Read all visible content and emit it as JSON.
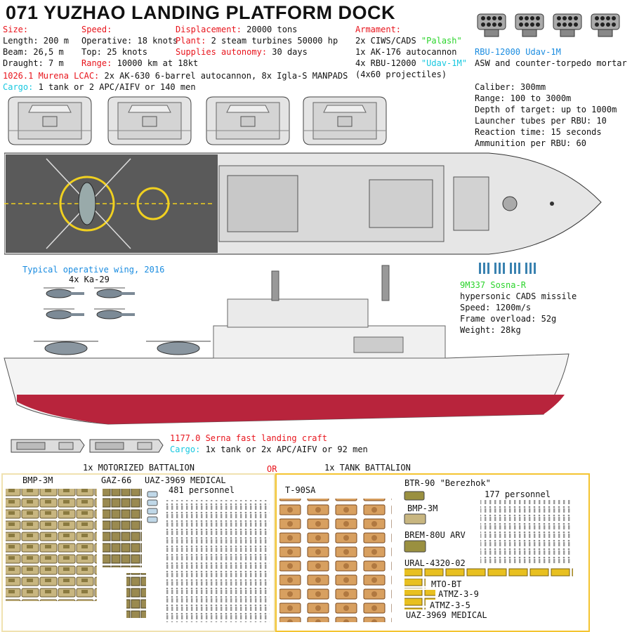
{
  "title": "071 YUZHAO LANDING PLATFORM DOCK",
  "specs": {
    "size_label": "Size:",
    "length": "Length: 200 m",
    "beam": "Beam: 26,5  m",
    "draught": "Draught: 7 m",
    "speed_label": "Speed:",
    "operative": "Operative: 18 knots",
    "top": "Top: 25 knots",
    "range_label": "Range:",
    "range_value": " 10000 km at 18kt",
    "displacement_label": "Displacement:",
    "displacement_value": " 20000 tons",
    "plant_label": "Plant:",
    "plant_value": " 2 steam turbines 50000 hp",
    "supplies_label": "Supplies autonomy:",
    "supplies_value": " 30 days",
    "lcac_label": "1026.1 Murena LCAC:",
    "lcac_value": " 2x AK-630 6-barrel autocannon, 8x Igla-S MANPADS",
    "cargo_label": "Cargo:",
    "cargo_value": " 1 tank or 2 APC/AIFV or 140 men"
  },
  "armament": {
    "label": "Armament:",
    "line1_pre": "2x CIWS/CADS ",
    "line1_hl": "\"Palash\"",
    "line2": "1x AK-176 autocannon",
    "line3_pre": "4x RBU-12000 ",
    "line3_hl": "\"Udav-1M\"",
    "line4": "(4x60 projectiles)"
  },
  "rbu": {
    "name": "RBU-12000 Udav-1M",
    "desc": "ASW and counter-torpedo mortar",
    "caliber": "Caliber: 300mm",
    "range": "Range: 100 to 3000m",
    "depth": "Depth of target: up to 1000m",
    "tubes": "Launcher tubes per RBU: 10",
    "reaction": "Reaction time: 15 seconds",
    "ammo": "Ammunition per RBU: 60"
  },
  "wing": {
    "title": "Typical operative wing, 2016",
    "count": "4x Ka-29"
  },
  "sosna": {
    "name": "9M337 Sosna-R",
    "desc": "hypersonic CADS missile",
    "speed": "Speed: 1200m/s",
    "overload": "Frame overload: 52g",
    "weight": "Weight: 28kg"
  },
  "serna": {
    "name": "1177.0 Serna fast landing craft",
    "cargo_label": "Cargo:",
    "cargo_value": " 1x tank or 2x APC/AIFV or 92 men"
  },
  "battalions": {
    "motorized": "1x MOTORIZED BATTALION",
    "or": "OR",
    "tank": "1x TANK BATTALION"
  },
  "motorized": {
    "bmp": "BMP-3M",
    "gaz": "GAZ-66",
    "uaz": "UAZ-3969 MEDICAL",
    "personnel": "481 personnel"
  },
  "tankbat": {
    "t90": "T-90SA",
    "btr": "BTR-90 \"Berezhok\"",
    "personnel": "177 personnel",
    "bmp": "BMP-3M",
    "brem": "BREM-80U ARV",
    "ural": "URAL-4320-02",
    "mto": "MTO-BT",
    "atmz9": "ATMZ-3-9",
    "atmz5": "ATMZ-3-5",
    "uaz": "UAZ-3969 MEDICAL"
  },
  "colors": {
    "red": "#e8141c",
    "cyan": "#18c8e0",
    "blue": "#1a8ce0",
    "green": "#2bd42b",
    "hull_red": "#b8243c",
    "deck": "#5a5a5a",
    "box_motorized": "#f0e2b0",
    "box_tank": "#f4c430"
  }
}
